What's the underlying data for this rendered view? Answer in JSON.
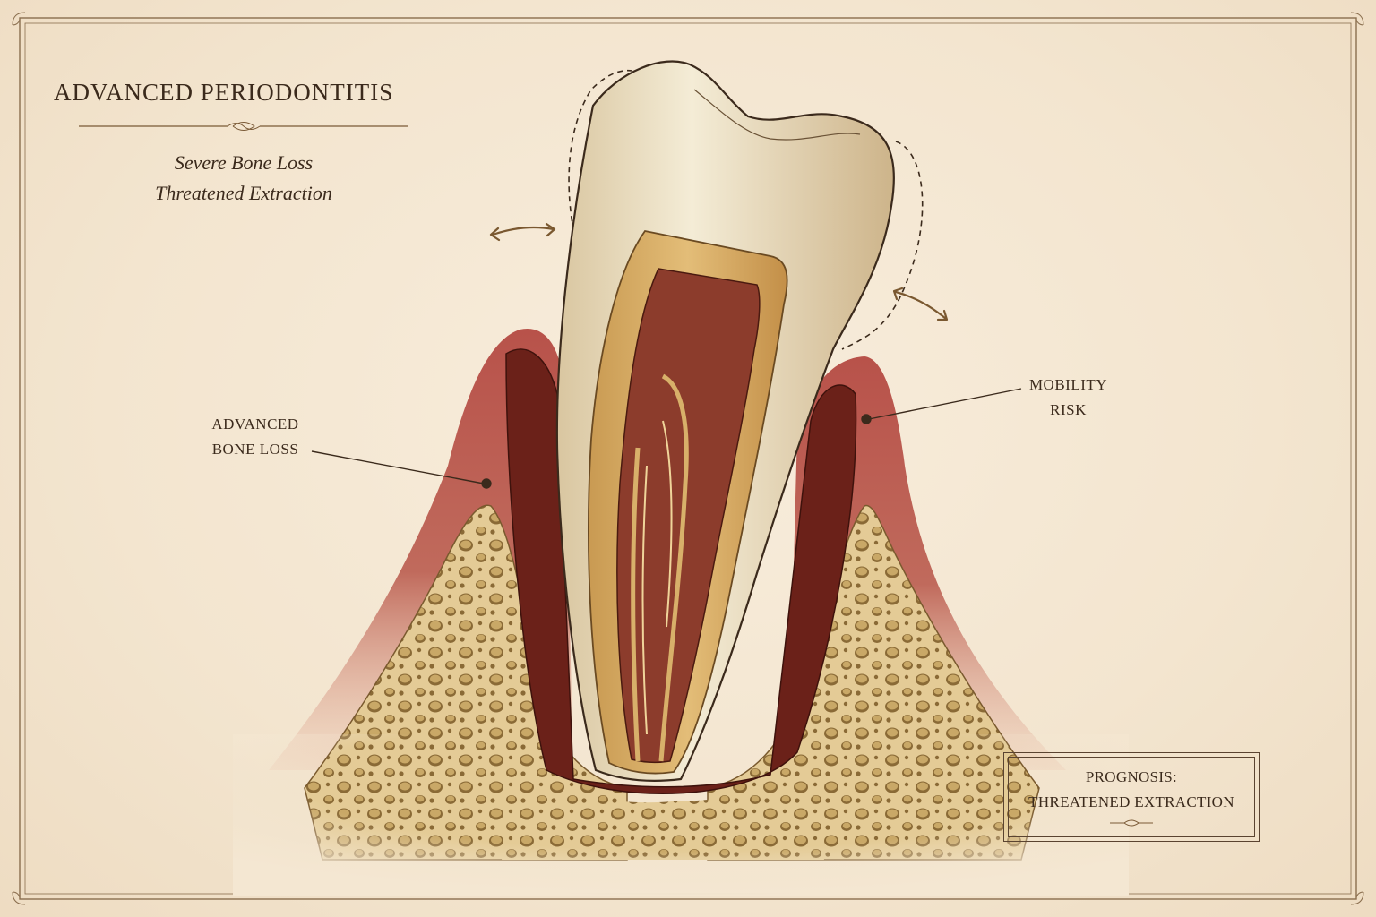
{
  "title": "ADVANCED PERIODONTITIS",
  "subtitle": [
    "Severe Bone Loss",
    "Threatened Extraction"
  ],
  "callouts": {
    "bone_loss": [
      "ADVANCED",
      "BONE LOSS"
    ],
    "mobility": [
      "MOBILITY",
      "RISK"
    ]
  },
  "prognosis": [
    "PROGNOSIS:",
    "THREATENED EXTRACTION"
  ],
  "colors": {
    "paper": "#f4e7d2",
    "ink": "#3b2a1c",
    "gum": "#b8524a",
    "bone": "#e6cf9c",
    "enamel": "#efe4c8",
    "dentin": "#dcb06a",
    "pulp": "#7a2e24"
  }
}
